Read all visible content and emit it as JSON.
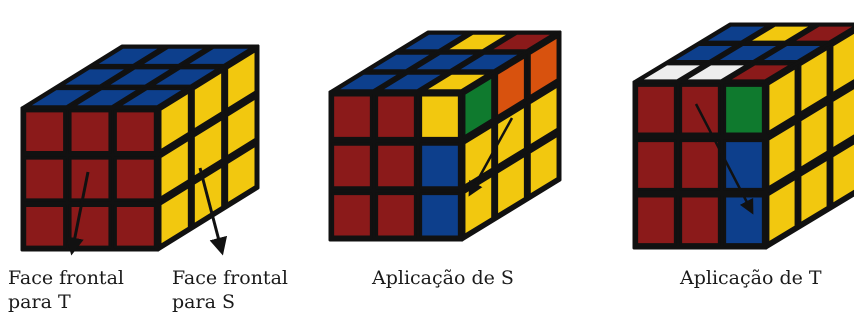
{
  "captions": {
    "front_t_line1": "Face frontal",
    "front_t_line2": "para T",
    "front_s_line1": "Face frontal",
    "front_s_line2": "para S",
    "apply_s": "Aplicação de S",
    "apply_t": "Aplicação de T"
  },
  "colors": {
    "red": "#8b1a1a",
    "blue": "#0d3f8c",
    "yellow": "#f2c80f",
    "green": "#0f7a2e",
    "orange": "#d8520e",
    "white": "#eeeeee",
    "body": "#111111"
  },
  "cubes": [
    {
      "name": "initial-cube",
      "top": [
        [
          "blue",
          "blue",
          "blue"
        ],
        [
          "blue",
          "blue",
          "blue"
        ],
        [
          "blue",
          "blue",
          "blue"
        ]
      ],
      "front": [
        [
          "red",
          "red",
          "red"
        ],
        [
          "red",
          "red",
          "red"
        ],
        [
          "red",
          "red",
          "red"
        ]
      ],
      "right": [
        [
          "yellow",
          "yellow",
          "yellow"
        ],
        [
          "yellow",
          "yellow",
          "yellow"
        ],
        [
          "yellow",
          "yellow",
          "yellow"
        ]
      ]
    },
    {
      "name": "cube-after-s",
      "top": [
        [
          "blue",
          "yellow",
          "red"
        ],
        [
          "blue",
          "blue",
          "blue"
        ],
        [
          "blue",
          "blue",
          "yellow"
        ]
      ],
      "front": [
        [
          "red",
          "red",
          "yellow"
        ],
        [
          "red",
          "red",
          "blue"
        ],
        [
          "red",
          "red",
          "blue"
        ]
      ],
      "right": [
        [
          "green",
          "orange",
          "orange"
        ],
        [
          "yellow",
          "yellow",
          "yellow"
        ],
        [
          "yellow",
          "yellow",
          "yellow"
        ]
      ]
    },
    {
      "name": "cube-after-t",
      "top": [
        [
          "blue",
          "yellow",
          "red"
        ],
        [
          "blue",
          "blue",
          "blue"
        ],
        [
          "white",
          "white",
          "red"
        ]
      ],
      "front": [
        [
          "red",
          "red",
          "green"
        ],
        [
          "red",
          "red",
          "blue"
        ],
        [
          "red",
          "red",
          "blue"
        ]
      ],
      "right": [
        [
          "yellow",
          "yellow",
          "yellow"
        ],
        [
          "yellow",
          "yellow",
          "yellow"
        ],
        [
          "yellow",
          "yellow",
          "yellow"
        ]
      ]
    }
  ]
}
